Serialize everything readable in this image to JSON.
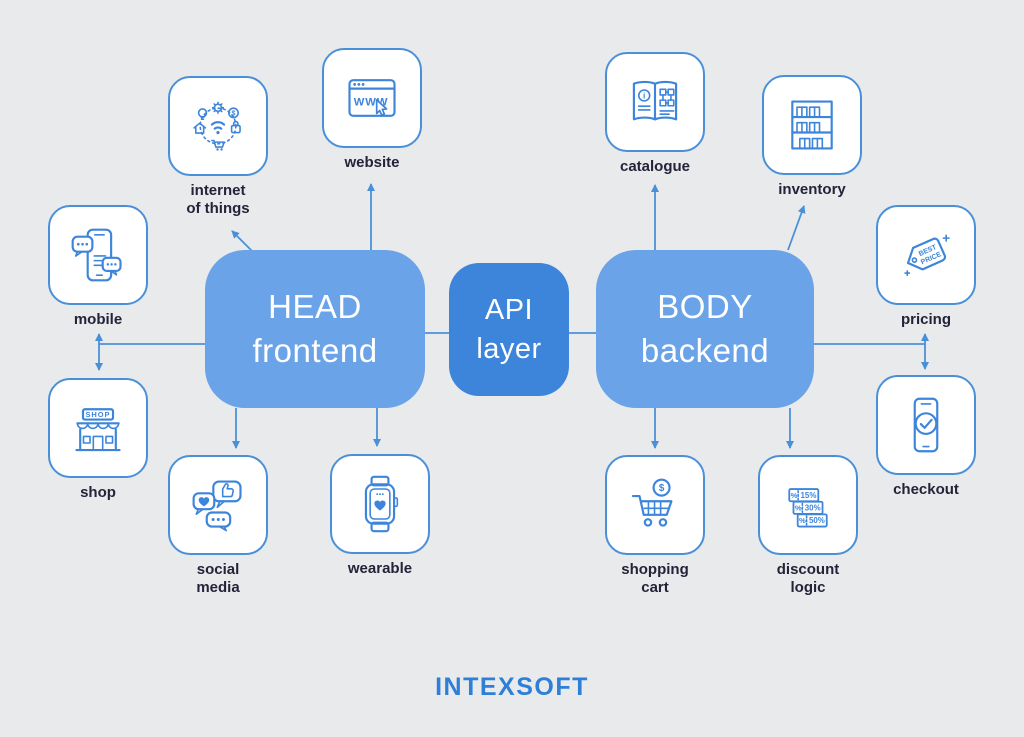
{
  "colors": {
    "background": "#e9eaeb",
    "box_light_blue": "#6ba3e8",
    "box_dark_blue": "#3d85da",
    "icon_stroke": "#3d85da",
    "connector": "#4a90d9",
    "label_text": "#23233a",
    "logo_blue": "#2e7fd8"
  },
  "boxes": {
    "head": {
      "title": "HEAD\nfrontend"
    },
    "api": {
      "title": "API\nlayer"
    },
    "body": {
      "title": "BODY\nbackend"
    }
  },
  "nodes": {
    "iot": {
      "label": "internet\nof things"
    },
    "website": {
      "label": "website"
    },
    "mobile": {
      "label": "mobile"
    },
    "shop": {
      "label": "shop"
    },
    "social": {
      "label": "social\nmedia"
    },
    "wearable": {
      "label": "wearable"
    },
    "catalogue": {
      "label": "catalogue"
    },
    "inventory": {
      "label": "inventory"
    },
    "pricing": {
      "label": "pricing"
    },
    "checkout": {
      "label": "checkout"
    },
    "discount": {
      "label": "discount\nlogic"
    },
    "cart": {
      "label": "shopping\ncart"
    }
  },
  "icon_text": {
    "website": "WWW",
    "shop": "SHOP",
    "pricing_line1": "BEST",
    "pricing_line2": "PRICE",
    "catalogue_info": "i",
    "iot_dollar": "$",
    "coin": "$",
    "discount_percent": "%",
    "discount_values": {
      "v1": "15%",
      "v2": "30%",
      "v3": "50%"
    }
  },
  "footer": {
    "logo": "INTEXSOFT"
  }
}
